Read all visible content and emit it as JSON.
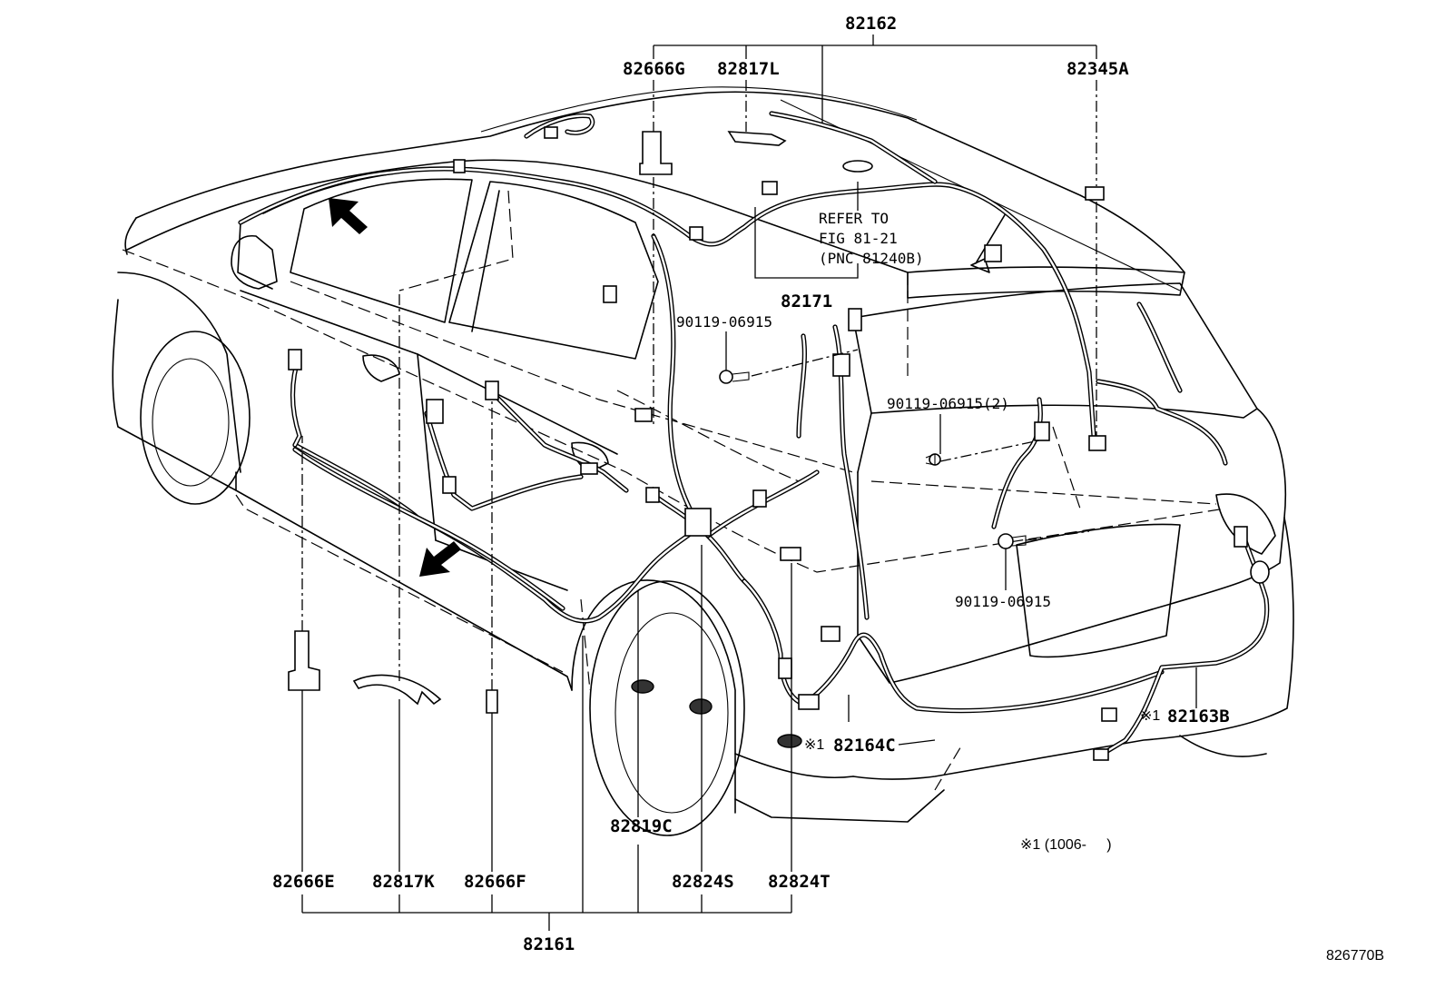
{
  "labels": {
    "p82162": "82162",
    "p82666G": "82666G",
    "p82817L": "82817L",
    "p82345A": "82345A",
    "refer_line1": "REFER TO",
    "refer_line2": "FIG 81-21",
    "refer_line3": "(PNC 81240B)",
    "p82171": "82171",
    "bolt1": "90119-06915",
    "bolt2": "90119-06915(2)",
    "bolt3": "90119-06915",
    "mark1": "※1",
    "p82164C": "82164C",
    "mark2": "※1",
    "p82163B": "82163B",
    "note_text": "※1 (1006-     )",
    "p82819C": "82819C",
    "p82666E": "82666E",
    "p82817K": "82817K",
    "p82666F": "82666F",
    "p82824S": "82824S",
    "p82824T": "82824T",
    "p82161": "82161",
    "figure_no": "826770B"
  },
  "colors": {
    "line": "#000000",
    "background": "#ffffff"
  }
}
